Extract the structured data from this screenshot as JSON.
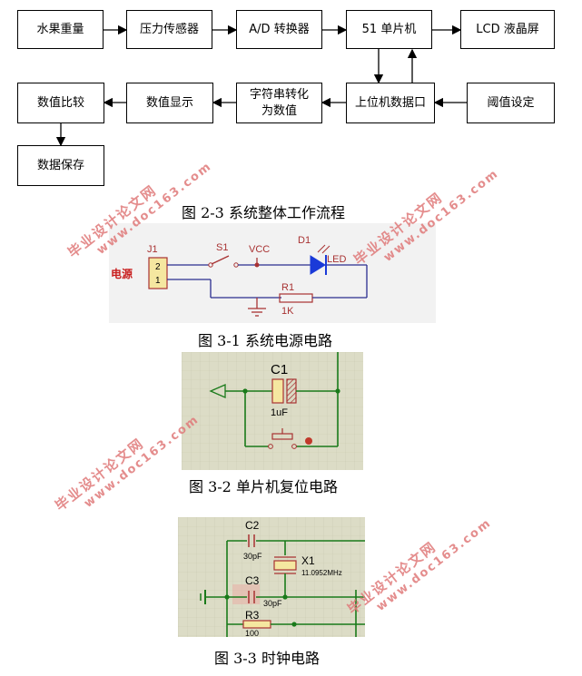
{
  "flowchart": {
    "boxes": {
      "fruit_weight": "水果重量",
      "pressure_sensor": "压力传感器",
      "ad_converter": "A/D 转换器",
      "mcu51": "51 单片机",
      "lcd": "LCD 液晶屏",
      "compare": "数值比较",
      "display": "数值显示",
      "string_convert": "字符串转化为数值",
      "pc_port": "上位机数据口",
      "threshold": "阈值设定",
      "save": "数据保存"
    }
  },
  "captions": {
    "fig23": "图 2-3  系统整体工作流程",
    "fig31": "图 3-1  系统电源电路",
    "fig32": "图 3-2  单片机复位电路",
    "fig33": "图 3-3  时钟电路"
  },
  "power_circuit": {
    "j1": "J1",
    "pin2": "2",
    "pin1": "1",
    "power_label": "电源",
    "s1": "S1",
    "vcc": "VCC",
    "d1": "D1",
    "led": "LED",
    "r1": "R1",
    "r1_value": "1K"
  },
  "reset_circuit": {
    "c1": "C1",
    "c1_value": "1uF"
  },
  "clock_circuit": {
    "c2": "C2",
    "c2_value": "30pF",
    "x1": "X1",
    "x1_value": "11.0952MHz",
    "c3": "C3",
    "c3_value": "30pF",
    "r3": "R3",
    "r3_value": "100"
  },
  "watermark": {
    "line1": "毕业设计论文网",
    "line2": "www.doc163.com"
  },
  "colors": {
    "watermark": "#e07a7a",
    "wire_blue": "#2b2e8f",
    "wire_green": "#1a7a1a",
    "component_red": "#a83232",
    "grid_bg": "#dcdcc6",
    "led_blue": "#1a3ad8",
    "connector_yellow": "#f5e7a0"
  }
}
